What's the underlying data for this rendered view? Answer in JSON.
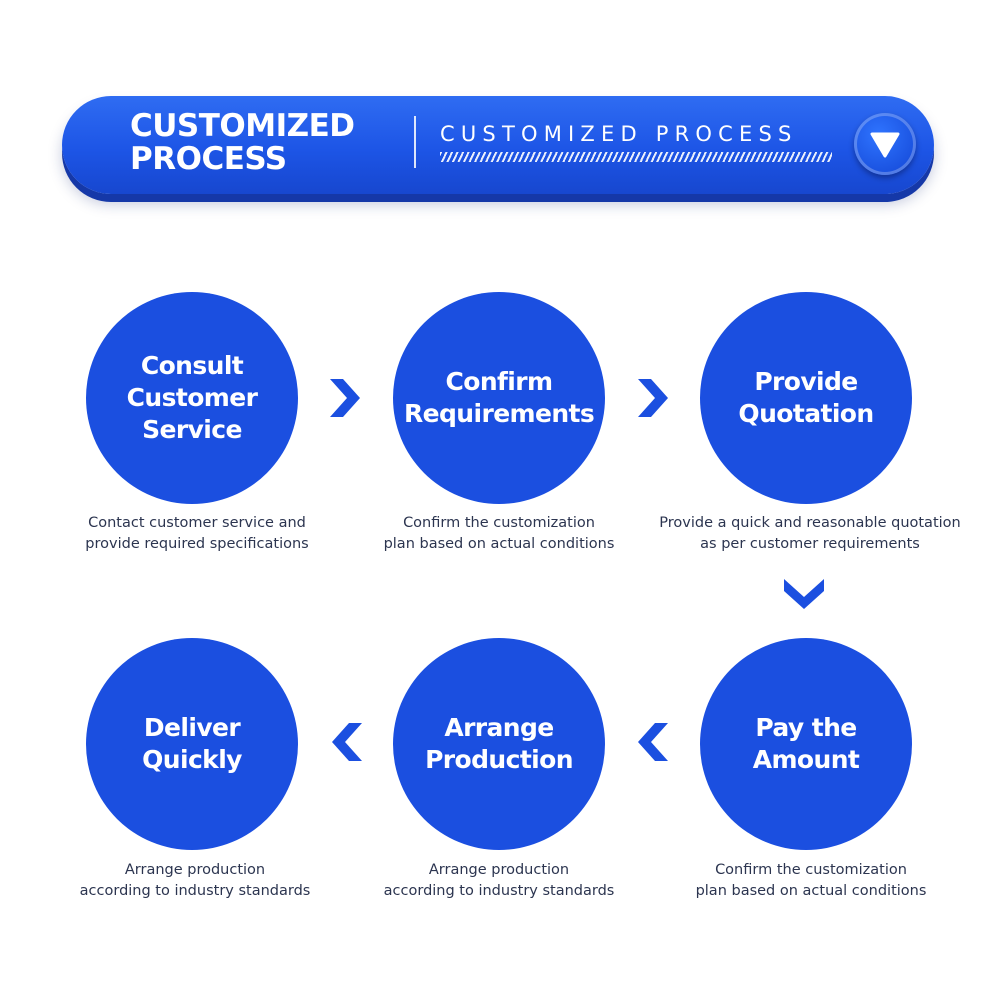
{
  "banner": {
    "title": "CUSTOMIZED\nPROCESS",
    "subtitle": "CUSTOMIZED PROCESS",
    "button_icon": "triangle-down-icon"
  },
  "colors": {
    "primary_blue": "#1b4fe0",
    "banner_blue": "#2a63ee",
    "text_dark": "#2c3550",
    "background": "#ffffff"
  },
  "steps": [
    {
      "title": "Consult\nCustomer\nService",
      "description": "Contact customer service and\nprovide required specifications"
    },
    {
      "title": "Confirm\nRequirements",
      "description": "Confirm the customization\nplan based on actual conditions"
    },
    {
      "title": "Provide\nQuotation",
      "description": "Provide a quick and reasonable quotation\nas per customer requirements"
    },
    {
      "title": "Pay the\nAmount",
      "description": "Confirm the customization\nplan based on actual conditions"
    },
    {
      "title": "Arrange\nProduction",
      "description": "Arrange production\naccording to industry standards"
    },
    {
      "title": "Deliver\nQuickly",
      "description": "Arrange production\naccording to industry standards"
    }
  ],
  "connectors": [
    {
      "from": 1,
      "to": 2,
      "icon": "chevron-right-icon"
    },
    {
      "from": 2,
      "to": 3,
      "icon": "chevron-right-icon"
    },
    {
      "from": 3,
      "to": 4,
      "icon": "chevron-down-icon"
    },
    {
      "from": 4,
      "to": 5,
      "icon": "chevron-left-icon"
    },
    {
      "from": 5,
      "to": 6,
      "icon": "chevron-left-icon"
    }
  ]
}
